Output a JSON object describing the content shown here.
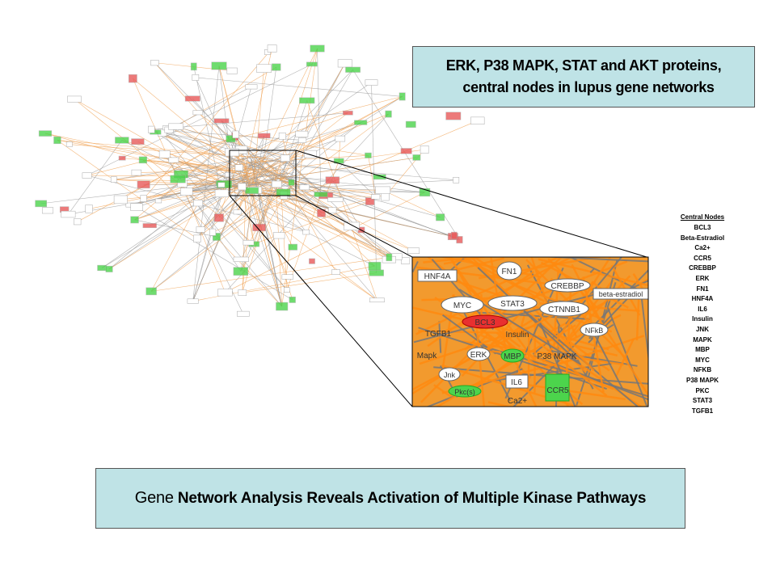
{
  "title_box": {
    "line1": "ERK, P38 MAPK, STAT and AKT proteins,",
    "line2": "central nodes in lupus gene networks"
  },
  "bottom_box": {
    "first_word": "Gene",
    "rest": "Network Analysis Reveals Activation of Multiple Kinase Pathways"
  },
  "legend": {
    "title": "Central Nodes",
    "items": [
      "BCL3",
      "Beta-Estradiol",
      "Ca2+",
      "CCR5",
      "CREBBP",
      "ERK",
      "FN1",
      "HNF4A",
      "IL6",
      "Insulin",
      "JNK",
      "MAPK",
      "MBP",
      "MYC",
      "NFKB",
      "P38 MAPK",
      "PKC",
      "STAT3",
      "TGFB1"
    ]
  },
  "zoom_nodes": {
    "fn1": "FN1",
    "hnf4a": "HNF4A",
    "crebbp": "CREBBP",
    "beta_estradiol": "beta-estradiol",
    "myc": "MYC",
    "stat3": "STAT3",
    "ctnnb1": "CTNNB1",
    "bcl3": "BCL3",
    "tgfb1": "TGFB1",
    "insulin": "Insulin",
    "nfkb": "NFkB",
    "mapk": "Mapk",
    "erk": "ERK",
    "mbp": "MBP",
    "p38mapk": "P38 MAPK",
    "jnk": "Jnk",
    "il6": "IL6",
    "pkc": "Pkc(s)",
    "ccr5": "CCR5",
    "ca2": "Ca2+"
  },
  "colors": {
    "box_fill": "#bfe3e6",
    "edge_orange": "#f0a050",
    "edge_gray": "#999999",
    "node_red": "#e85a5a",
    "node_green": "#4cd44c",
    "zoom_bg": "#f29a2e"
  }
}
